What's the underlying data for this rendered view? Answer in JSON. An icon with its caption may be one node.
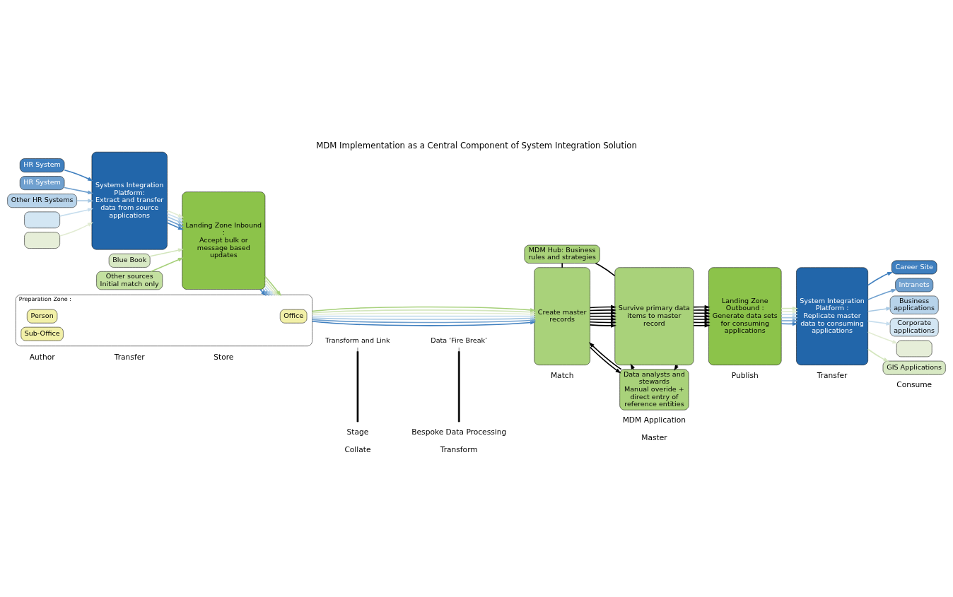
{
  "diagram": {
    "title": "MDM Implementation as a Central Component of System Integration Solution",
    "nodes": [
      {
        "text": [
          "HR System"
        ]
      },
      {
        "text": [
          "HR System"
        ]
      },
      {
        "text": [
          "Other HR Systems"
        ]
      },
      {
        "text": [],
        "shape": "box"
      },
      {
        "text": [],
        "shape": "box"
      },
      {
        "text": [
          "Blue Book"
        ]
      },
      {
        "text": [
          "Other sources Initial match only"
        ]
      },
      {
        "text": [
          "Systems Integration Platform:",
          "Extract and transfer data from source applications"
        ]
      },
      {
        "text": [
          "Landing Zone Inbound :",
          "Accept bulk or message based updates"
        ]
      },
      {
        "text": [
          "Preparation Zone :"
        ]
      },
      {
        "text": [
          "Person"
        ],
        "in": 9
      },
      {
        "text": [
          "Office"
        ],
        "in": 9
      },
      {
        "text": [
          "Sub-Office"
        ],
        "in": 9
      },
      {
        "text": [
          "Transform and Link"
        ]
      },
      {
        "text": [
          "Data ‘Fire Break’"
        ]
      },
      {
        "text": [],
        "shape": "bar"
      },
      {
        "text": [],
        "shape": "bar"
      },
      {
        "text": [
          "MDM Hub: Business rules and strategies"
        ]
      },
      {
        "text": [
          "Create master records"
        ]
      },
      {
        "text": [
          "Survive primary data items to master record"
        ]
      },
      {
        "text": [
          "Data analysts and stewards",
          "Manual overide + direct entry of reference entities"
        ]
      },
      {
        "text": [
          "Landing Zone Outbound :",
          "Generate data sets for consuming applications"
        ]
      },
      {
        "text": [
          "System Integration Platform :",
          "Replicate master data to consuming applications"
        ]
      },
      {
        "text": [
          "Career Site"
        ]
      },
      {
        "text": [
          "Intranets"
        ]
      },
      {
        "text": [
          "Business applications"
        ]
      },
      {
        "text": [
          "Corporate applications"
        ]
      },
      {
        "text": [],
        "shape": "box"
      },
      {
        "text": [
          "GIS Applications"
        ]
      }
    ],
    "edges": [
      {
        "from": 0,
        "to": 7,
        "arrow": "to",
        "color": "#3f7fbf"
      },
      {
        "from": 1,
        "to": 7,
        "arrow": "to",
        "color": "#6fa0cf"
      },
      {
        "from": 2,
        "to": 7,
        "arrow": "to",
        "color": "#a7c8e3"
      },
      {
        "from": 3,
        "to": 7,
        "arrow": "to",
        "color": "#c7deee"
      },
      {
        "from": 4,
        "to": 7,
        "arrow": "to",
        "color": "#e2ecd3"
      },
      {
        "from": 7,
        "to": 8,
        "arrow": "to",
        "color": "#3f7fbf"
      },
      {
        "from": 7,
        "to": 8,
        "arrow": "to",
        "color": "#6fa0cf"
      },
      {
        "from": 7,
        "to": 8,
        "arrow": "to",
        "color": "#a7c8e3"
      },
      {
        "from": 7,
        "to": 8,
        "arrow": "to",
        "color": "#c7deee"
      },
      {
        "from": 7,
        "to": 8,
        "arrow": "to",
        "color": "#e2ecd3"
      },
      {
        "from": 5,
        "to": 8,
        "arrow": "to",
        "color": "#d3e6bd"
      },
      {
        "from": 6,
        "to": 8,
        "arrow": "to",
        "color": "#a6d07a"
      },
      {
        "from": 8,
        "to": 9,
        "arrow": "to",
        "color": "#3f7fbf"
      },
      {
        "from": 8,
        "to": 9,
        "arrow": "to",
        "color": "#6fa0cf"
      },
      {
        "from": 8,
        "to": 9,
        "arrow": "to",
        "color": "#a7c8e3"
      },
      {
        "from": 8,
        "to": 9,
        "arrow": "to",
        "color": "#c7deee"
      },
      {
        "from": 8,
        "to": 9,
        "arrow": "to",
        "color": "#e2ecd3"
      },
      {
        "from": 8,
        "to": 9,
        "arrow": "to",
        "color": "#d3e6bd"
      },
      {
        "from": 8,
        "to": 9,
        "arrow": "to",
        "color": "#a6d07a"
      },
      {
        "from": 9,
        "to": 18,
        "arrow": "to",
        "color": "#3f7fbf"
      },
      {
        "from": 9,
        "to": 18,
        "arrow": "to",
        "color": "#6fa0cf"
      },
      {
        "from": 9,
        "to": 18,
        "arrow": "to",
        "color": "#a7c8e3"
      },
      {
        "from": 9,
        "to": 18,
        "arrow": "to",
        "color": "#c7deee"
      },
      {
        "from": 9,
        "to": 18,
        "arrow": "to",
        "color": "#e2ecd3"
      },
      {
        "from": 9,
        "to": 18,
        "arrow": "to",
        "color": "#d3e6bd"
      },
      {
        "from": 9,
        "to": 18,
        "arrow": "to",
        "color": "#a6d07a"
      },
      {
        "from": 13,
        "to": 15,
        "arrow": "none"
      },
      {
        "from": 14,
        "to": 16,
        "arrow": "none"
      },
      {
        "from": 17,
        "to": 18,
        "arrow": "none"
      },
      {
        "from": 17,
        "to": 19,
        "arrow": "none"
      },
      {
        "from": 18,
        "to": 19,
        "arrow": "to"
      },
      {
        "from": 18,
        "to": 19,
        "arrow": "to"
      },
      {
        "from": 18,
        "to": 19,
        "arrow": "to"
      },
      {
        "from": 18,
        "to": 19,
        "arrow": "to"
      },
      {
        "from": 18,
        "to": 19,
        "arrow": "to"
      },
      {
        "from": 18,
        "to": 19,
        "arrow": "to"
      },
      {
        "from": 18,
        "to": 19,
        "arrow": "to"
      },
      {
        "from": 19,
        "to": 21,
        "arrow": "to"
      },
      {
        "from": 19,
        "to": 21,
        "arrow": "to"
      },
      {
        "from": 19,
        "to": 21,
        "arrow": "to"
      },
      {
        "from": 19,
        "to": 21,
        "arrow": "to"
      },
      {
        "from": 19,
        "to": 21,
        "arrow": "to"
      },
      {
        "from": 19,
        "to": 21,
        "arrow": "to"
      },
      {
        "from": 19,
        "to": 21,
        "arrow": "to"
      },
      {
        "from": 18,
        "to": 20,
        "arrow": "to"
      },
      {
        "from": 20,
        "to": 18,
        "arrow": "to"
      },
      {
        "from": 19,
        "to": 20,
        "arrow": "to"
      },
      {
        "from": 20,
        "to": 19,
        "arrow": "to"
      },
      {
        "from": 21,
        "to": 22,
        "arrow": "to",
        "color": "#3f7fbf"
      },
      {
        "from": 21,
        "to": 22,
        "arrow": "to",
        "color": "#6fa0cf"
      },
      {
        "from": 21,
        "to": 22,
        "arrow": "to",
        "color": "#a7c8e3"
      },
      {
        "from": 21,
        "to": 22,
        "arrow": "to",
        "color": "#c7deee"
      },
      {
        "from": 21,
        "to": 22,
        "arrow": "to",
        "color": "#e2ecd3"
      },
      {
        "from": 21,
        "to": 22,
        "arrow": "to",
        "color": "#d3e6bd"
      },
      {
        "from": 22,
        "to": 23,
        "arrow": "to",
        "color": "#3f7fbf"
      },
      {
        "from": 22,
        "to": 24,
        "arrow": "to",
        "color": "#6fa0cf"
      },
      {
        "from": 22,
        "to": 25,
        "arrow": "to",
        "color": "#a7c8e3"
      },
      {
        "from": 22,
        "to": 26,
        "arrow": "to",
        "color": "#c7deee"
      },
      {
        "from": 22,
        "to": 27,
        "arrow": "to",
        "color": "#e2ecd3"
      },
      {
        "from": 22,
        "to": 28,
        "arrow": "to",
        "color": "#d3e6bd"
      }
    ],
    "labels": [
      "Author",
      "Transfer",
      "Store",
      "Collate",
      "Transform",
      "Stage",
      "Match",
      "Master",
      "Publish",
      "Transfer",
      "Consume",
      "Bespoke Data Processing",
      "MDM Application"
    ]
  }
}
